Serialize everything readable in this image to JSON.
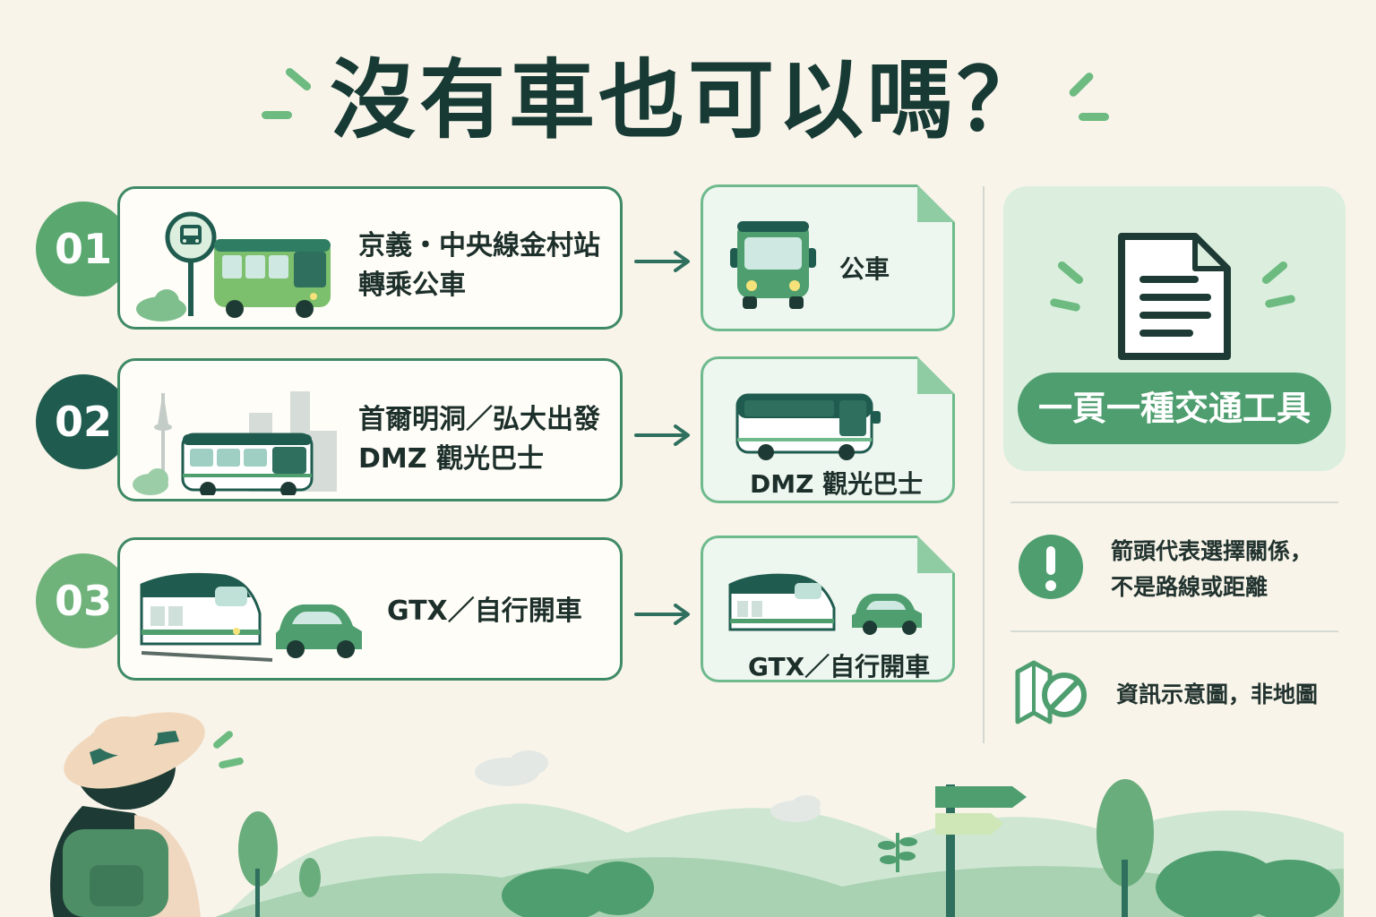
{
  "title": "沒有車也可以嗎？",
  "routes": [
    {
      "step": "01",
      "text_line1": "京義・中央線金村站",
      "text_line2": "轉乘公車",
      "mode": "公車"
    },
    {
      "step": "02",
      "text_line1": "首爾明洞／弘大出發",
      "text_line2": "DMZ 觀光巴士",
      "mode": "DMZ 觀光巴士"
    },
    {
      "step": "03",
      "text_line1": "GTX／自行開車",
      "text_line2": "",
      "mode": "GTX／自行開車"
    }
  ],
  "side_panel": {
    "principle": "一頁一種交通工具",
    "note_arrow_line1": "箭頭代表選擇關係，",
    "note_arrow_line2": "不是路線或距離",
    "note_map": "資訊示意圖，非地圖"
  },
  "icons": {
    "step_badges": "number-badge",
    "bus_stop": "bus-stop-sign-icon",
    "document": "document-icon",
    "exclamation": "exclamation-icon",
    "no_map": "no-map-icon"
  },
  "colors": {
    "background": "#f8f4ea",
    "green_dark": "#1f5c4f",
    "green_mid": "#4e9e6f",
    "green_light": "#6fba8d",
    "panel_green": "#dcefdf",
    "text": "#1d2f2a"
  }
}
